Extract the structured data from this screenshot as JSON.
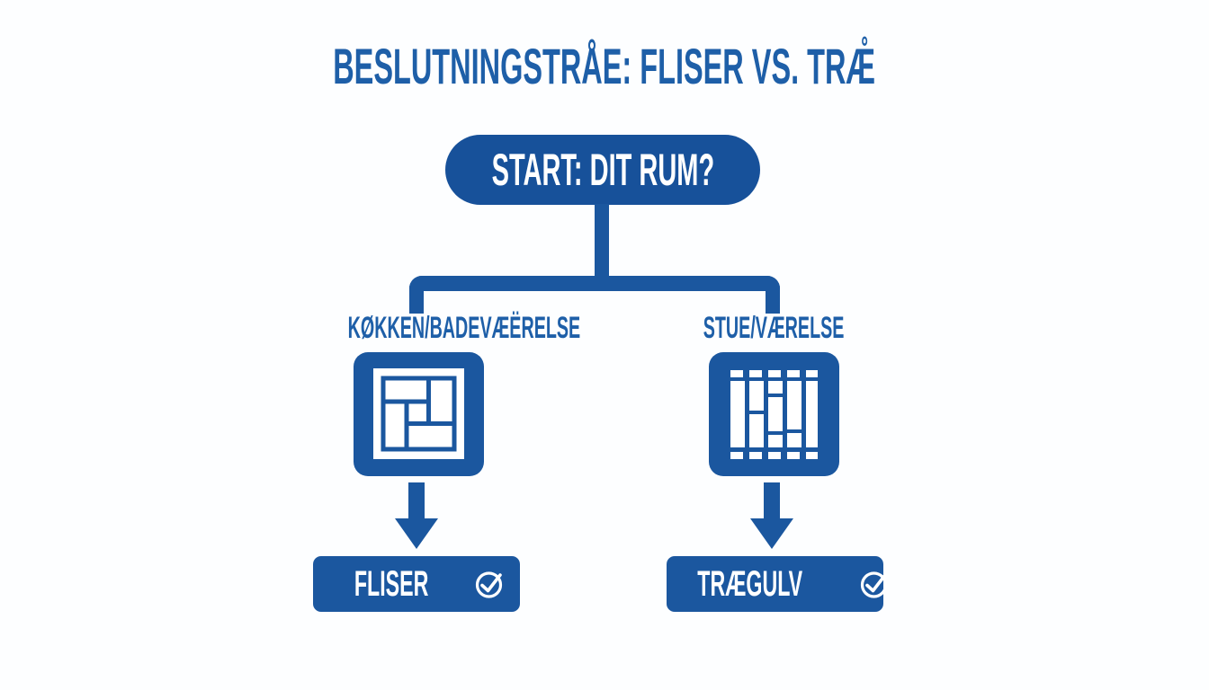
{
  "theme": {
    "primary": "#1b579f",
    "primary_deep": "#17519a",
    "title_color": "#1e5fa8",
    "text_on_primary": "#ffffff",
    "background": "#fdfeff"
  },
  "title": "BESLUTNINGSTRÅE: FLISER VS. TRÆ̊",
  "start_node": {
    "label": "START: DIT RUM?"
  },
  "branches": [
    {
      "label": "KØKKEN/BADEVÆËRELSE",
      "icon": "tile-floor-icon",
      "result": "FLISER",
      "result_icon": "check-circle-icon"
    },
    {
      "label": "STUE/VÆRELSE",
      "icon": "wood-plank-floor-icon",
      "result": "TRÆGULV",
      "result_icon": "check-circle-icon"
    }
  ]
}
